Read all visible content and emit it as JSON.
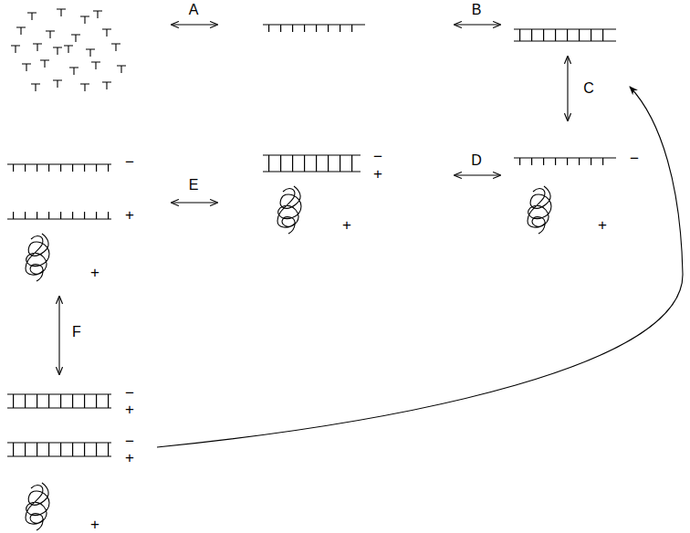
{
  "diagram": {
    "labels": [
      "A",
      "B",
      "C",
      "−",
      "+",
      "+",
      "E",
      "−",
      "+",
      "+",
      "D",
      "−",
      "+",
      "F",
      "−",
      "+",
      "−",
      "+",
      "+"
    ]
  }
}
